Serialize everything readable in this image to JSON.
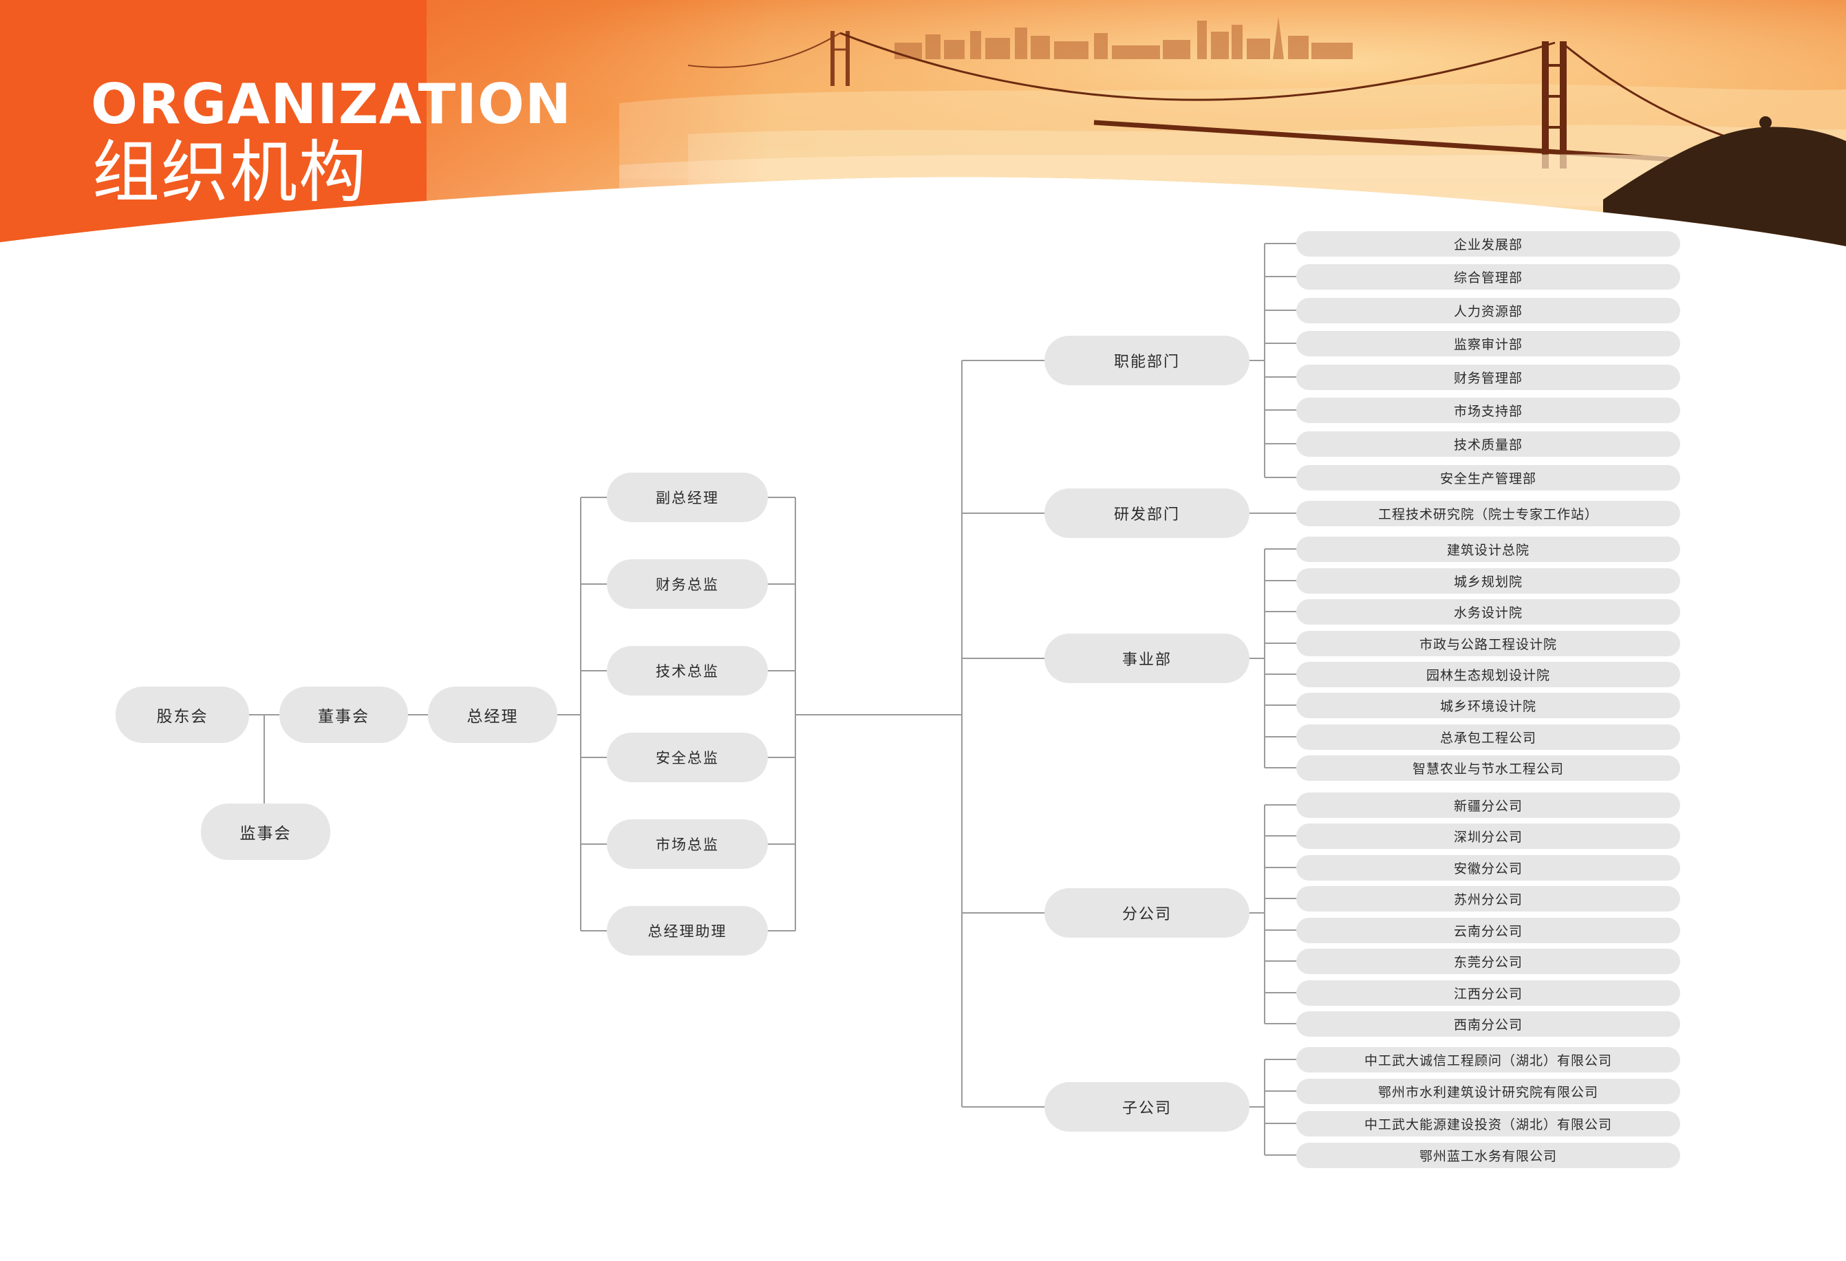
{
  "header": {
    "title_en": "ORGANIZATION",
    "title_cn": "组织机构",
    "accent_color": "#f25c20",
    "photo_tone": "#f7b46a"
  },
  "chart_data": {
    "type": "org-chart",
    "root": {
      "shareholders": "股东会",
      "board": "董事会",
      "supervisors": "监事会",
      "general_manager": "总经理"
    },
    "executives": [
      "副总经理",
      "财务总监",
      "技术总监",
      "安全总监",
      "市场总监",
      "总经理助理"
    ],
    "divisions": [
      {
        "label": "职能部门",
        "children": [
          "企业发展部",
          "综合管理部",
          "人力资源部",
          "监察审计部",
          "财务管理部",
          "市场支持部",
          "技术质量部",
          "安全生产管理部"
        ]
      },
      {
        "label": "研发部门",
        "children": [
          "工程技术研究院（院士专家工作站）"
        ]
      },
      {
        "label": "事业部",
        "children": [
          "建筑设计总院",
          "城乡规划院",
          "水务设计院",
          "市政与公路工程设计院",
          "园林生态规划设计院",
          "城乡环境设计院",
          "总承包工程公司",
          "智慧农业与节水工程公司"
        ]
      },
      {
        "label": "分公司",
        "children": [
          "新疆分公司",
          "深圳分公司",
          "安徽分公司",
          "苏州分公司",
          "云南分公司",
          "东莞分公司",
          "江西分公司",
          "西南分公司"
        ]
      },
      {
        "label": "子公司",
        "children": [
          "中工武大诚信工程顾问（湖北）有限公司",
          "鄂州市水利建筑设计研究院有限公司",
          "中工武大能源建设投资（湖北）有限公司",
          "鄂州蓝工水务有限公司"
        ]
      }
    ]
  }
}
